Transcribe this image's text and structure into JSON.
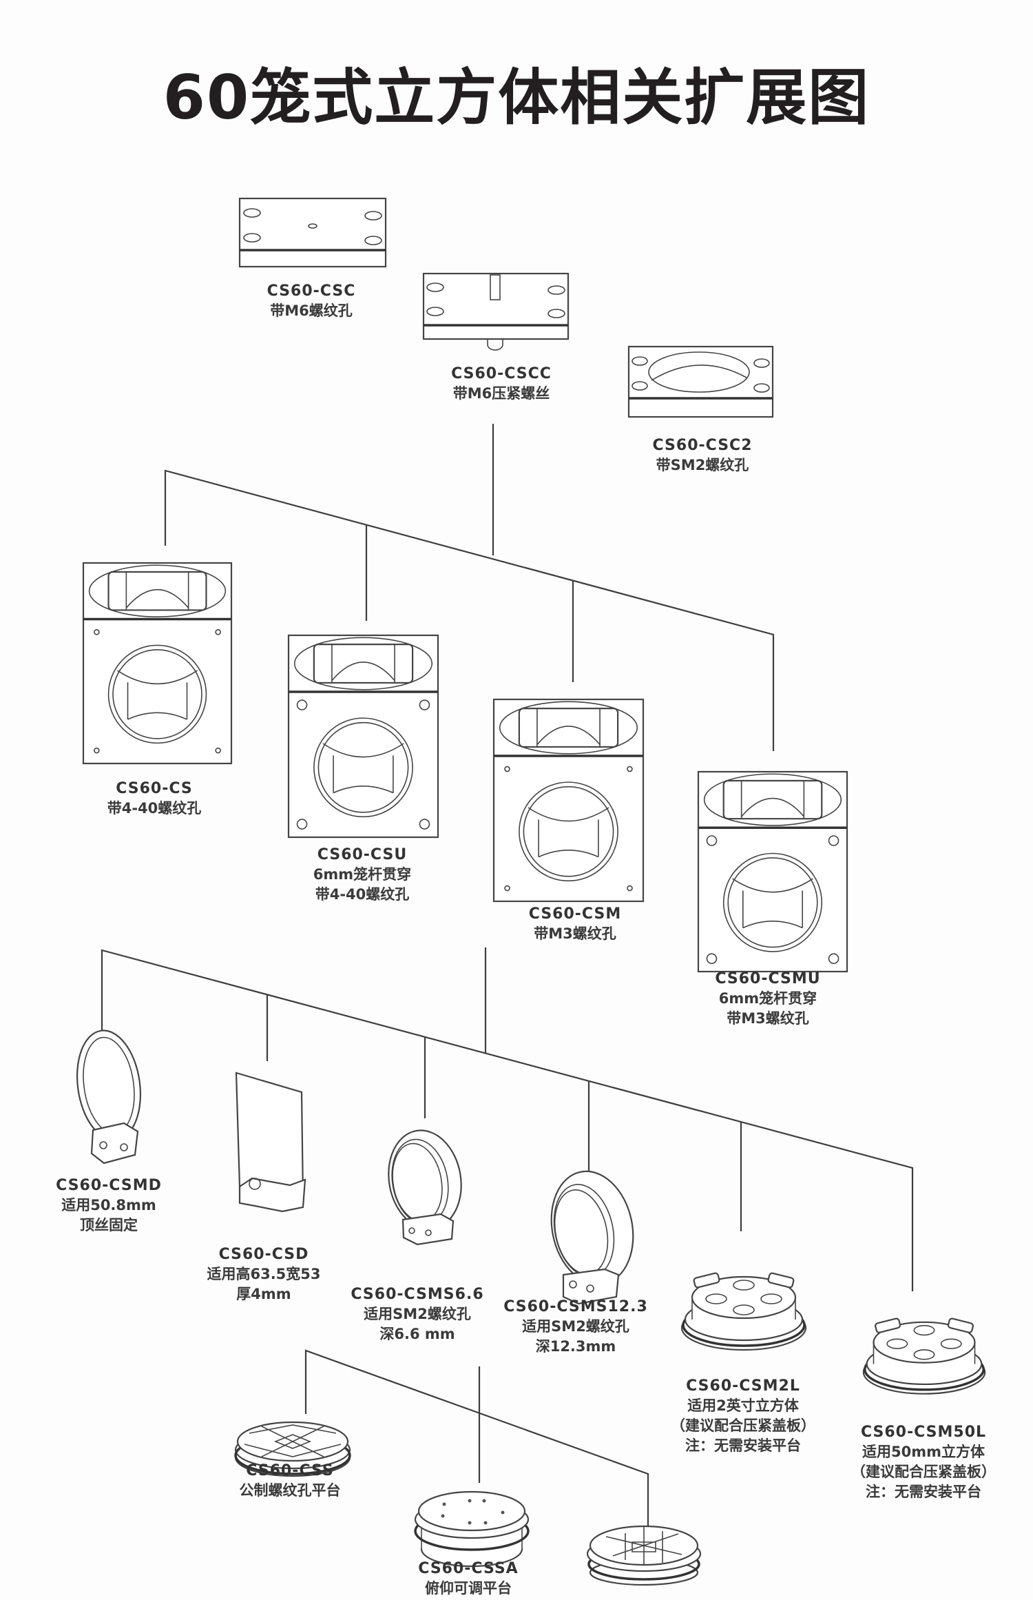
{
  "title": "60笼式立方体相关扩展图",
  "parts": {
    "csc": {
      "code": "CS60-CSC",
      "lines": [
        "带M6螺纹孔"
      ]
    },
    "cscc": {
      "code": "CS60-CSCC",
      "lines": [
        "带M6压紧螺丝"
      ]
    },
    "csc2": {
      "code": "CS60-CSC2",
      "lines": [
        "带SM2螺纹孔"
      ]
    },
    "cs": {
      "code": "CS60-CS",
      "lines": [
        "带4-40螺纹孔"
      ]
    },
    "csu": {
      "code": "CS60-CSU",
      "lines": [
        "6mm笼杆贯穿",
        "带4-40螺纹孔"
      ]
    },
    "csm": {
      "code": "CS60-CSM",
      "lines": [
        "带M3螺纹孔"
      ]
    },
    "csmu": {
      "code": "CS60-CSMU",
      "lines": [
        "6mm笼杆贯穿",
        "带M3螺纹孔"
      ]
    },
    "csmd": {
      "code": "CS60-CSMD",
      "lines": [
        "适用50.8mm",
        "顶丝固定"
      ]
    },
    "csd": {
      "code": "CS60-CSD",
      "lines": [
        "适用高63.5宽53",
        "厚4mm"
      ]
    },
    "csms66": {
      "code": "CS60-CSMS6.6",
      "lines": [
        "适用SM2螺纹孔",
        "深6.6 mm"
      ]
    },
    "csms123": {
      "code": "CS60-CSMS12.3",
      "lines": [
        "适用SM2螺纹孔",
        "深12.3mm"
      ]
    },
    "csm2l": {
      "code": "CS60-CSM2L",
      "lines": [
        "适用2英寸立方体",
        "（建议配合压紧盖板）",
        "注：无需安装平台"
      ]
    },
    "csm50l": {
      "code": "CS60-CSM50L",
      "lines": [
        "适用50mm立方体",
        "（建议配合压紧盖板）",
        "注：无需安装平台"
      ]
    },
    "css": {
      "code": "CS60-CSS",
      "lines": [
        "公制螺纹孔平台"
      ]
    },
    "cssa": {
      "code": "CS60-CSSA",
      "lines": [
        "俯仰可调平台"
      ]
    }
  }
}
